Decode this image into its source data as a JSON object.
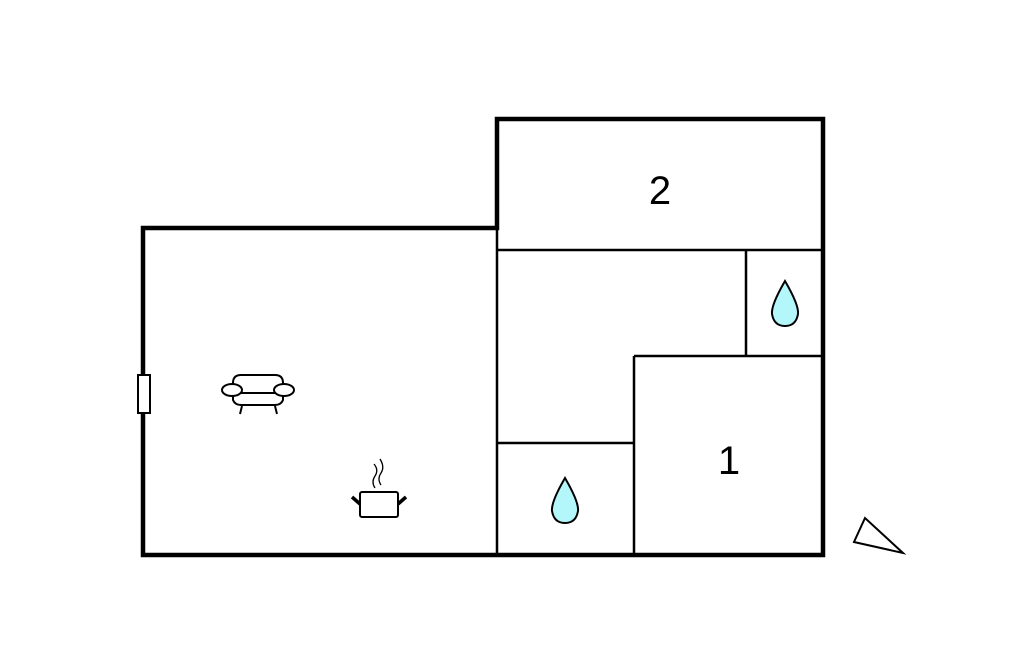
{
  "floorplan": {
    "rooms": [
      {
        "id": "bedroom-2",
        "label": "2"
      },
      {
        "id": "bedroom-1",
        "label": "1"
      }
    ],
    "icons": [
      "sofa-icon",
      "cooking-pot-icon",
      "water-drop-icon",
      "water-drop-icon",
      "window-icon",
      "north-arrow-icon"
    ],
    "colors": {
      "wall": "#000000",
      "water_drop": "#b3f7fb",
      "background": "#ffffff"
    }
  }
}
